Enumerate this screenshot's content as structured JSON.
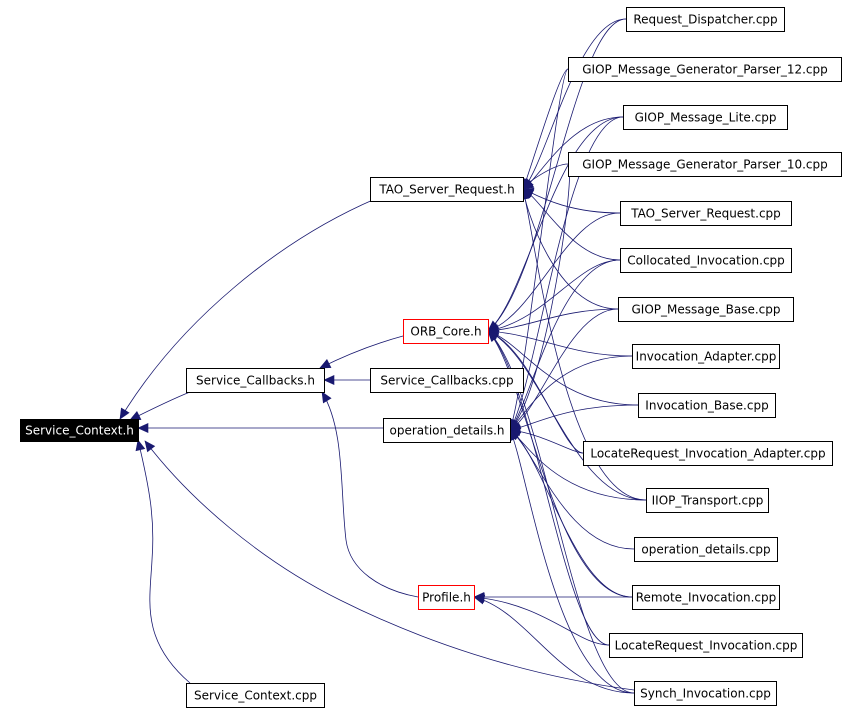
{
  "colors": {
    "edge": "#191970",
    "node_border": "#000000",
    "incomplete_border": "#ff0000",
    "highlight_fill": "#000000",
    "highlight_text": "#ffffff"
  },
  "nodes": [
    {
      "id": "service_context_h",
      "label": "Service_Context.h",
      "style": "highlight"
    },
    {
      "id": "service_context_cpp",
      "label": "Service_Context.cpp",
      "style": "normal"
    },
    {
      "id": "service_callbacks_h",
      "label": "Service_Callbacks.h",
      "style": "normal"
    },
    {
      "id": "service_callbacks_cpp",
      "label": "Service_Callbacks.cpp",
      "style": "normal"
    },
    {
      "id": "tao_server_request_h",
      "label": "TAO_Server_Request.h",
      "style": "normal"
    },
    {
      "id": "orb_core_h",
      "label": "ORB_Core.h",
      "style": "incomplete"
    },
    {
      "id": "operation_details_h",
      "label": "operation_details.h",
      "style": "normal"
    },
    {
      "id": "profile_h",
      "label": "Profile.h",
      "style": "incomplete"
    },
    {
      "id": "request_dispatcher_cpp",
      "label": "Request_Dispatcher.cpp",
      "style": "normal"
    },
    {
      "id": "giop_mgp12_cpp",
      "label": "GIOP_Message_Generator_Parser_12.cpp",
      "style": "normal"
    },
    {
      "id": "giop_lite_cpp",
      "label": "GIOP_Message_Lite.cpp",
      "style": "normal"
    },
    {
      "id": "giop_mgp10_cpp",
      "label": "GIOP_Message_Generator_Parser_10.cpp",
      "style": "normal"
    },
    {
      "id": "tao_server_request_cpp",
      "label": "TAO_Server_Request.cpp",
      "style": "normal"
    },
    {
      "id": "collocated_invocation_cpp",
      "label": "Collocated_Invocation.cpp",
      "style": "normal"
    },
    {
      "id": "giop_base_cpp",
      "label": "GIOP_Message_Base.cpp",
      "style": "normal"
    },
    {
      "id": "invocation_adapter_cpp",
      "label": "Invocation_Adapter.cpp",
      "style": "normal"
    },
    {
      "id": "invocation_base_cpp",
      "label": "Invocation_Base.cpp",
      "style": "normal"
    },
    {
      "id": "locaterequest_invocation_adapter_cpp",
      "label": "LocateRequest_Invocation_Adapter.cpp",
      "style": "normal"
    },
    {
      "id": "iiop_transport_cpp",
      "label": "IIOP_Transport.cpp",
      "style": "normal"
    },
    {
      "id": "operation_details_cpp",
      "label": "operation_details.cpp",
      "style": "normal"
    },
    {
      "id": "remote_invocation_cpp",
      "label": "Remote_Invocation.cpp",
      "style": "normal"
    },
    {
      "id": "locaterequest_invocation_cpp",
      "label": "LocateRequest_Invocation.cpp",
      "style": "normal"
    },
    {
      "id": "synch_invocation_cpp",
      "label": "Synch_Invocation.cpp",
      "style": "normal"
    }
  ],
  "edges": [
    {
      "from": "service_context_cpp",
      "to": "service_context_h"
    },
    {
      "from": "service_callbacks_h",
      "to": "service_context_h"
    },
    {
      "from": "tao_server_request_h",
      "to": "service_context_h"
    },
    {
      "from": "operation_details_h",
      "to": "service_context_h"
    },
    {
      "from": "synch_invocation_cpp",
      "to": "service_context_h"
    },
    {
      "from": "service_callbacks_cpp",
      "to": "service_callbacks_h"
    },
    {
      "from": "orb_core_h",
      "to": "service_callbacks_h"
    },
    {
      "from": "profile_h",
      "to": "service_callbacks_h"
    },
    {
      "from": "request_dispatcher_cpp",
      "to": "tao_server_request_h"
    },
    {
      "from": "giop_mgp12_cpp",
      "to": "tao_server_request_h"
    },
    {
      "from": "giop_lite_cpp",
      "to": "tao_server_request_h"
    },
    {
      "from": "giop_mgp10_cpp",
      "to": "tao_server_request_h"
    },
    {
      "from": "tao_server_request_cpp",
      "to": "tao_server_request_h"
    },
    {
      "from": "collocated_invocation_cpp",
      "to": "tao_server_request_h"
    },
    {
      "from": "giop_base_cpp",
      "to": "tao_server_request_h"
    },
    {
      "from": "iiop_transport_cpp",
      "to": "tao_server_request_h"
    },
    {
      "from": "request_dispatcher_cpp",
      "to": "orb_core_h"
    },
    {
      "from": "giop_lite_cpp",
      "to": "orb_core_h"
    },
    {
      "from": "tao_server_request_cpp",
      "to": "orb_core_h"
    },
    {
      "from": "collocated_invocation_cpp",
      "to": "orb_core_h"
    },
    {
      "from": "giop_base_cpp",
      "to": "orb_core_h"
    },
    {
      "from": "invocation_adapter_cpp",
      "to": "orb_core_h"
    },
    {
      "from": "invocation_base_cpp",
      "to": "orb_core_h"
    },
    {
      "from": "locaterequest_invocation_adapter_cpp",
      "to": "orb_core_h"
    },
    {
      "from": "iiop_transport_cpp",
      "to": "orb_core_h"
    },
    {
      "from": "remote_invocation_cpp",
      "to": "orb_core_h"
    },
    {
      "from": "locaterequest_invocation_cpp",
      "to": "orb_core_h"
    },
    {
      "from": "synch_invocation_cpp",
      "to": "orb_core_h"
    },
    {
      "from": "giop_mgp12_cpp",
      "to": "operation_details_h"
    },
    {
      "from": "giop_lite_cpp",
      "to": "operation_details_h"
    },
    {
      "from": "giop_mgp10_cpp",
      "to": "operation_details_h"
    },
    {
      "from": "collocated_invocation_cpp",
      "to": "operation_details_h"
    },
    {
      "from": "giop_base_cpp",
      "to": "operation_details_h"
    },
    {
      "from": "invocation_adapter_cpp",
      "to": "operation_details_h"
    },
    {
      "from": "invocation_base_cpp",
      "to": "operation_details_h"
    },
    {
      "from": "locaterequest_invocation_adapter_cpp",
      "to": "operation_details_h"
    },
    {
      "from": "iiop_transport_cpp",
      "to": "operation_details_h"
    },
    {
      "from": "operation_details_cpp",
      "to": "operation_details_h"
    },
    {
      "from": "remote_invocation_cpp",
      "to": "operation_details_h"
    },
    {
      "from": "synch_invocation_cpp",
      "to": "operation_details_h"
    },
    {
      "from": "remote_invocation_cpp",
      "to": "profile_h"
    },
    {
      "from": "locaterequest_invocation_cpp",
      "to": "profile_h"
    },
    {
      "from": "synch_invocation_cpp",
      "to": "profile_h"
    }
  ]
}
